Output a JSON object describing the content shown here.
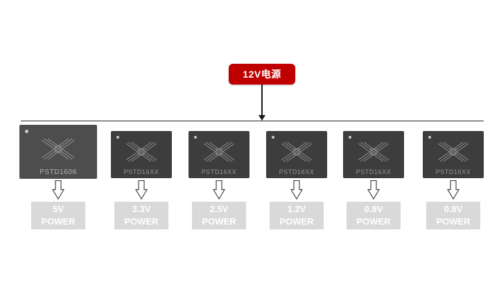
{
  "source": {
    "label": "12V电源"
  },
  "colors": {
    "accent_red": "#c00000",
    "chip_body": "#3d3d3d",
    "chip_featured": "#4d4d4d",
    "voltage_box": "#d9d9d9",
    "connector_line": "#1a1a1a"
  },
  "chips": [
    {
      "part": "PSTD1606",
      "voltage": "5V",
      "power": "POWER"
    },
    {
      "part": "PSTD16XX",
      "voltage": "3.3V",
      "power": "POWER"
    },
    {
      "part": "PSTD16XX",
      "voltage": "2.5V",
      "power": "POWER"
    },
    {
      "part": "PSTD16XX",
      "voltage": "1.2V",
      "power": "POWER"
    },
    {
      "part": "PSTD16XX",
      "voltage": "0.9V",
      "power": "POWER"
    },
    {
      "part": "PSTD16XX",
      "voltage": "0.8V",
      "power": "POWER"
    }
  ]
}
